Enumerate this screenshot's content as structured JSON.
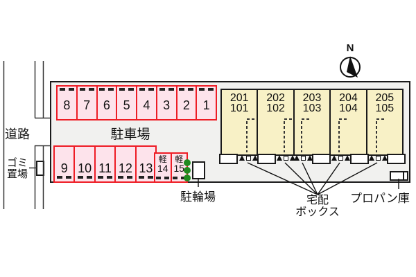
{
  "colors": {
    "site_fill": "#f1f1ef",
    "outline": "#1a1a1a",
    "parking_fill": "#fde3eb",
    "parking_border": "#ee1c25",
    "building_fill": "#f8f1c6",
    "shrub_green": "#1f8a1f"
  },
  "compass": {
    "label": "N"
  },
  "road": {
    "label": "道路"
  },
  "garbage": {
    "label_line1": "ゴミ",
    "label_line2": "置場"
  },
  "parking": {
    "area_label": "駐車場",
    "top_row_spaces": [
      "8",
      "7",
      "6",
      "5",
      "4",
      "3",
      "2",
      "1"
    ],
    "bottom_row_spaces": [
      "9",
      "10",
      "11",
      "12",
      "13"
    ],
    "kei_spaces": [
      {
        "type_label": "軽",
        "number": "14"
      },
      {
        "type_label": "軽",
        "number": "15"
      }
    ]
  },
  "bicycle": {
    "label": "駐輪場"
  },
  "building": {
    "units": [
      {
        "upper": "201",
        "lower": "101"
      },
      {
        "upper": "202",
        "lower": "102"
      },
      {
        "upper": "203",
        "lower": "103"
      },
      {
        "upper": "204",
        "lower": "104"
      },
      {
        "upper": "205",
        "lower": "105"
      }
    ]
  },
  "delivery_box": {
    "label_line1": "宅配",
    "label_line2": "ボックス"
  },
  "propane": {
    "label": "プロパン庫"
  }
}
